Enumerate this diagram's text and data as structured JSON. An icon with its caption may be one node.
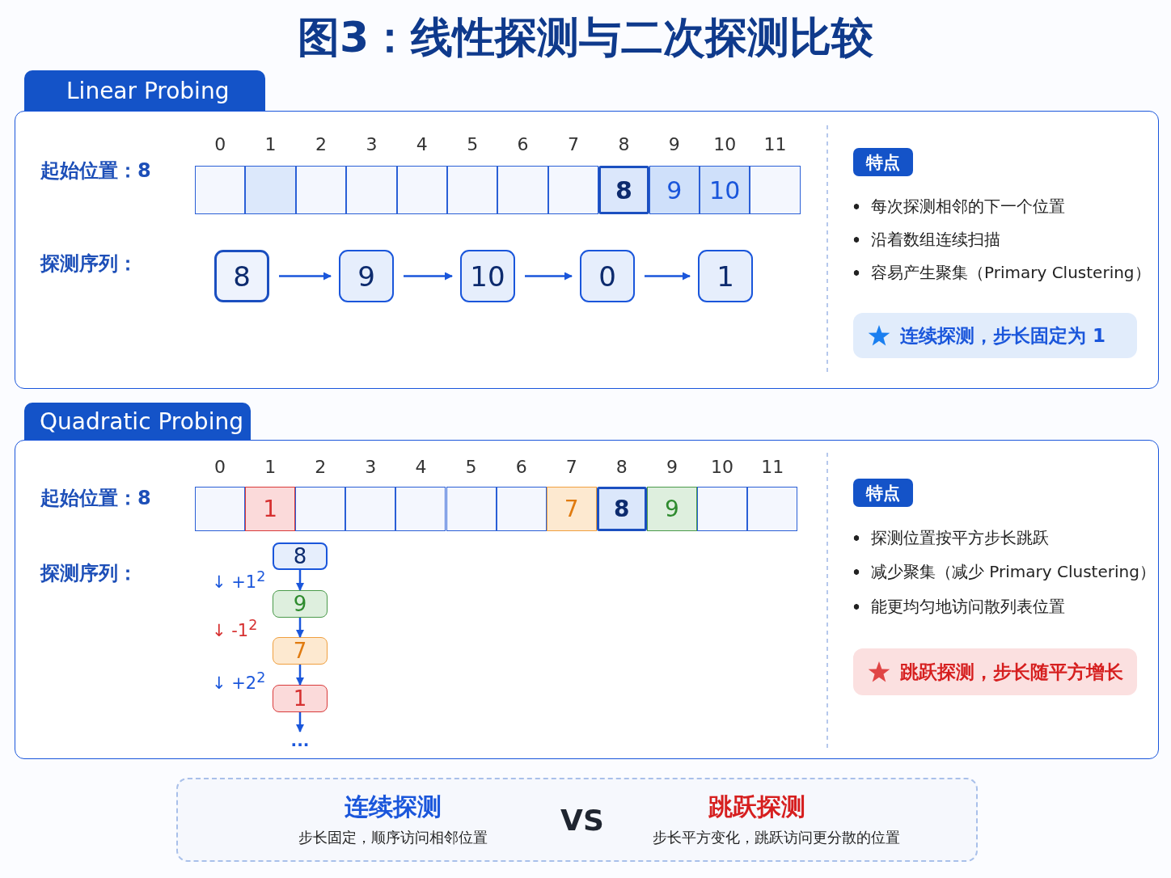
{
  "diagram": {
    "title": "图3：线性探测与二次探测比较",
    "nodes": [
      {
        "text": [
          "Linear Probing"
        ]
      },
      {
        "text": [],
        "shape": "box",
        "in": 0
      },
      {
        "text": [],
        "shape": "box",
        "in": 0
      },
      {
        "text": [],
        "shape": "box",
        "in": 0
      },
      {
        "text": [],
        "shape": "box",
        "in": 0
      },
      {
        "text": [],
        "shape": "box",
        "in": 0
      },
      {
        "text": [],
        "shape": "box",
        "in": 0
      },
      {
        "text": [],
        "shape": "box",
        "in": 0
      },
      {
        "text": [],
        "shape": "box",
        "in": 0
      },
      {
        "text": [
          "8"
        ],
        "in": 0
      },
      {
        "text": [
          "9"
        ],
        "in": 0
      },
      {
        "text": [
          "10"
        ],
        "in": 0
      },
      {
        "text": [],
        "shape": "box",
        "in": 0
      },
      {
        "text": [
          "8"
        ],
        "in": 0
      },
      {
        "text": [
          "9"
        ],
        "in": 0
      },
      {
        "text": [
          "10"
        ],
        "in": 0
      },
      {
        "text": [
          "0"
        ],
        "in": 0
      },
      {
        "text": [
          "1"
        ],
        "in": 0
      },
      {
        "text": [
          "特点"
        ],
        "in": 0
      },
      {
        "text": [
          "连续探测，步长固定为 1"
        ],
        "in": 0
      },
      {
        "text": [
          "Quadratic Probing"
        ]
      },
      {
        "text": [],
        "shape": "box",
        "in": 20
      },
      {
        "text": [
          "1"
        ],
        "in": 20
      },
      {
        "text": [],
        "shape": "box",
        "in": 20
      },
      {
        "text": [],
        "shape": "box",
        "in": 20
      },
      {
        "text": [],
        "shape": "box",
        "in": 20
      },
      {
        "text": [],
        "shape": "box",
        "in": 20
      },
      {
        "text": [],
        "shape": "box",
        "in": 20
      },
      {
        "text": [
          "7"
        ],
        "in": 20
      },
      {
        "text": [
          "8"
        ],
        "in": 20
      },
      {
        "text": [
          "9"
        ],
        "in": 20
      },
      {
        "text": [],
        "shape": "box",
        "in": 20
      },
      {
        "text": [],
        "shape": "box",
        "in": 20
      },
      {
        "text": [
          "8"
        ],
        "in": 20
      },
      {
        "text": [
          "9"
        ],
        "in": 20
      },
      {
        "text": [
          "7"
        ],
        "in": 20
      },
      {
        "text": [
          "1"
        ],
        "in": 20
      },
      {
        "text": [
          "..."
        ],
        "in": 20
      },
      {
        "text": [
          "特点"
        ],
        "in": 20
      },
      {
        "text": [
          "跳跃探测，步长随平方增长"
        ],
        "in": 20
      },
      {
        "text": [
          "连续探测",
          "步长固定，顺序访问相邻位置",
          "VS",
          "跳跃探测",
          "步长平方变化，跳跃访问更分散的位置"
        ]
      }
    ],
    "edges": [
      {
        "from": 13,
        "to": 14,
        "arrow": "to"
      },
      {
        "from": 14,
        "to": 15,
        "arrow": "to"
      },
      {
        "from": 15,
        "to": 16,
        "arrow": "to"
      },
      {
        "from": 16,
        "to": 17,
        "arrow": "to"
      },
      {
        "from": 33,
        "to": 34,
        "arrow": "to"
      },
      {
        "from": 34,
        "to": 35,
        "arrow": "to"
      },
      {
        "from": 35,
        "to": 36,
        "arrow": "to"
      },
      {
        "from": 36,
        "to": 37,
        "arrow": "to"
      }
    ],
    "labels": [
      "起始位置：8",
      "0",
      "1",
      "2",
      "3",
      "4",
      "5",
      "6",
      "7",
      "8",
      "9",
      "10",
      "11",
      "探测序列：",
      "每次探测相邻的下一个位置",
      "沿着数组连续扫描",
      "容易产生聚集（Primary Clustering）",
      "起始位置：8",
      "0",
      "1",
      "2",
      "3",
      "4",
      "5",
      "6",
      "7",
      "8",
      "9",
      "10",
      "11",
      "探测序列：",
      "↓ +1$^{2}$",
      "↓ -1$^{2}$",
      "↓ +2$^{2}$",
      "探测位置按平方步长跳跃",
      "减少聚集（减少 Primary Clustering）",
      "能更均匀地访问散列表位置"
    ]
  }
}
